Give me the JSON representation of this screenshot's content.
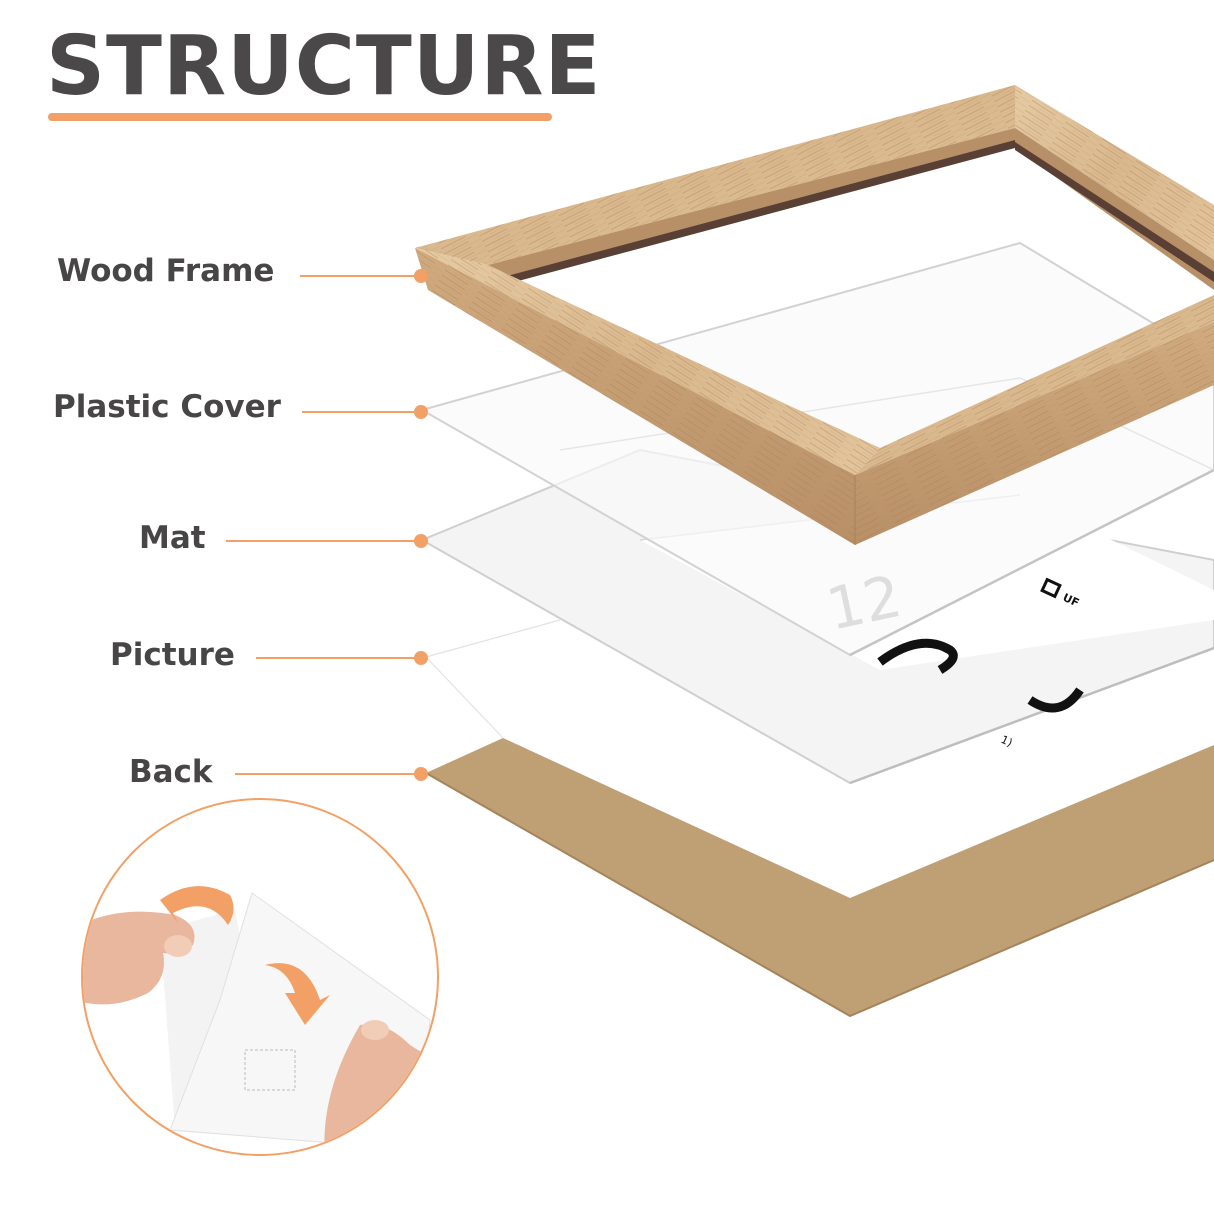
{
  "title": "STRUCTURE",
  "colors": {
    "accent": "#f2a065",
    "title_text": "#4a4848",
    "wood_light": "#e2c49a",
    "wood_mid": "#c9a27a",
    "wood_dark_groove": "#5a4034",
    "back_board": "#bf9f74",
    "plastic_edge": "#d2d2d2",
    "mat": "#f4f4f5"
  },
  "layers": [
    {
      "label": "Wood Frame"
    },
    {
      "label": "Plastic Cover"
    },
    {
      "label": "Mat"
    },
    {
      "label": "Picture"
    },
    {
      "label": "Back"
    }
  ],
  "picture_print": {
    "big_digits": "12",
    "logo_text": "UF",
    "small_text": "1)"
  },
  "inset": {
    "description": "Hands peeling protective film off plastic cover",
    "arrows": [
      "curved-arrow-left",
      "curved-arrow-down"
    ]
  }
}
